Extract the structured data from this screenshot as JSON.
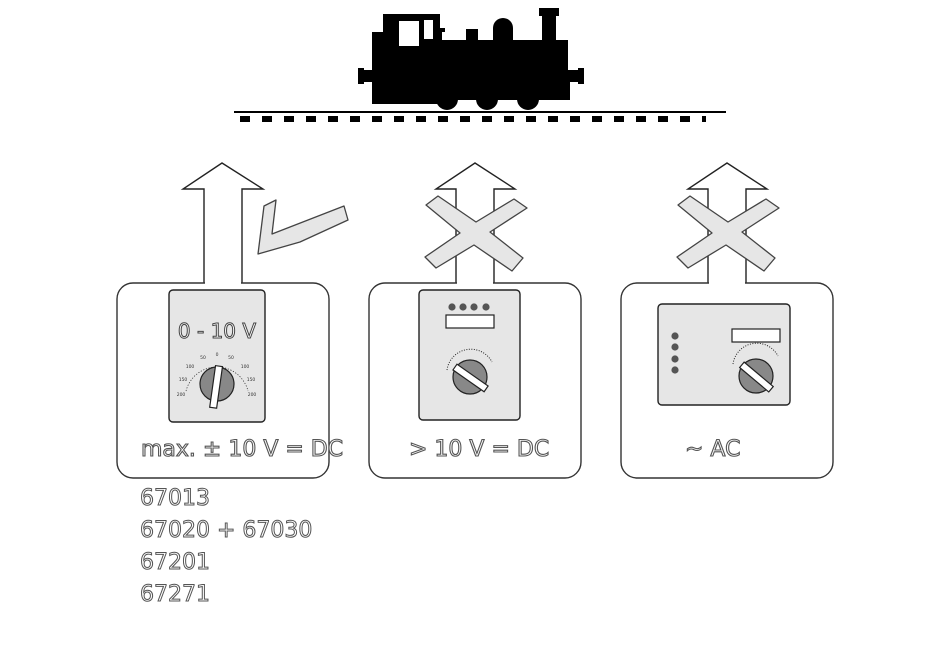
{
  "panels": [
    {
      "id": "dc-ok",
      "voltage_display": "0 - 10 V",
      "label": "max. ± 10 V = DC",
      "result": "check-icon"
    },
    {
      "id": "dc-over",
      "label": "> 10 V = DC",
      "result": "cross-icon"
    },
    {
      "id": "ac",
      "label": "~ AC",
      "result": "cross-icon"
    }
  ],
  "dial_scale": {
    "left": [
      "50",
      "100",
      "150",
      "200"
    ],
    "top": "0",
    "right": [
      "50",
      "100",
      "150",
      "200"
    ]
  },
  "part_numbers": [
    "67013",
    "67020 + 67030",
    "67201",
    "67271"
  ],
  "colors": {
    "outline": "#333333",
    "device_fill": "#e6e6e6",
    "locomotive": "#000000"
  }
}
